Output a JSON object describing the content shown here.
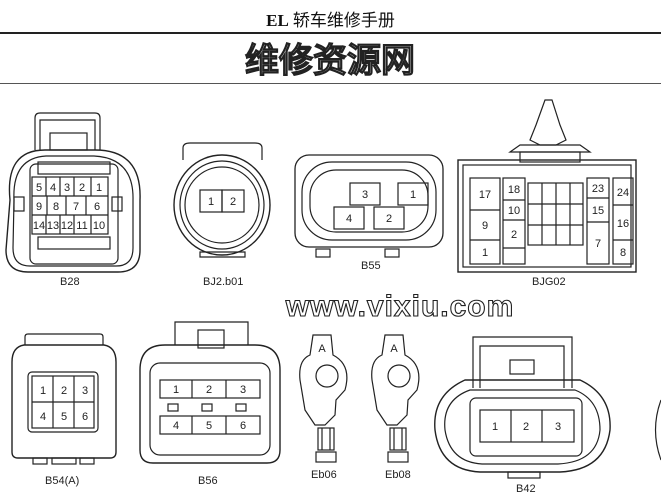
{
  "header": {
    "code": "EL",
    "title": "轿车维修手册"
  },
  "watermark": {
    "chinese": "维修资源网",
    "url": "www.vixiu.com"
  },
  "connectors": [
    {
      "id": "B28",
      "label": "B28",
      "pins": [
        "5",
        "4",
        "3",
        "2",
        "1",
        "9",
        "8",
        "7",
        "6",
        "14",
        "13",
        "12",
        "11",
        "10"
      ]
    },
    {
      "id": "BJ2b01",
      "label": "BJ2.b01",
      "pins": [
        "1",
        "2"
      ]
    },
    {
      "id": "B55",
      "label": "B55",
      "pins": [
        "3",
        "1",
        "4",
        "2"
      ]
    },
    {
      "id": "BJG02",
      "label": "BJG02",
      "pins": [
        "17",
        "9",
        "1",
        "18",
        "10",
        "2",
        "23",
        "15",
        "7",
        "24",
        "16",
        "8"
      ]
    },
    {
      "id": "B54A",
      "label": "B54(A)",
      "pins": [
        "1",
        "2",
        "3",
        "4",
        "5",
        "6"
      ]
    },
    {
      "id": "B56",
      "label": "B56",
      "pins": [
        "1",
        "2",
        "3",
        "4",
        "5",
        "6"
      ]
    },
    {
      "id": "Eb06",
      "label": "Eb06",
      "marker": "A"
    },
    {
      "id": "Eb08",
      "label": "Eb08",
      "marker": "A"
    },
    {
      "id": "B42",
      "label": "B42",
      "pins": [
        "1",
        "2",
        "3"
      ]
    }
  ],
  "colors": {
    "line": "#222222",
    "background": "#ffffff"
  }
}
